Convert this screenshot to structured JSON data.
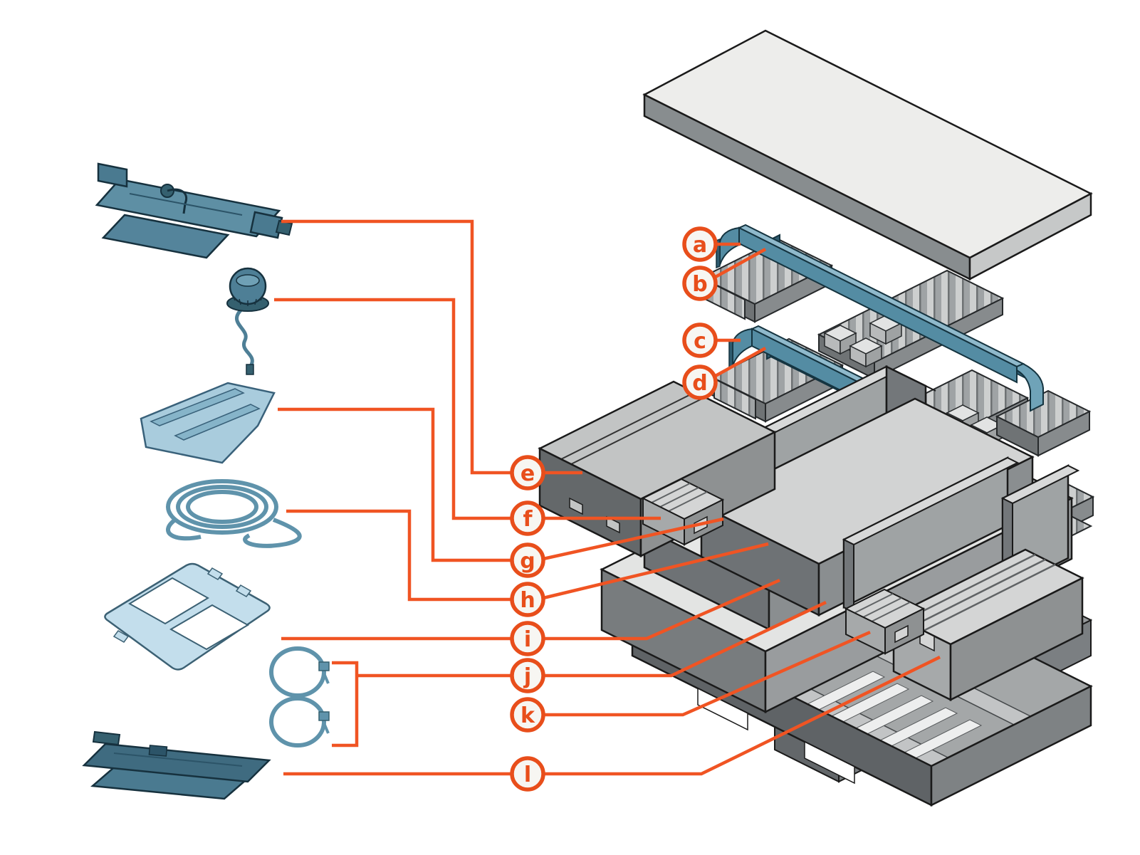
{
  "diagram": {
    "kind": "exploded-packaging-diagram",
    "description_visible_text_count": 12
  },
  "style": {
    "accent_orange": "#E84E1B",
    "leader_orange": "#F05423",
    "callout_fill": "#F7F6F2",
    "part_teal": "#4E7F96",
    "part_teal_dark": "#3F6B80",
    "part_teal_light": "#C3DEEC",
    "strap_blue": "#548CA3",
    "strap_blue_light": "#8FB9CB",
    "rail_blue": "#2F5B6E",
    "carton_light": "#D2D3D3",
    "carton_dark": "#6E7275",
    "foam_gray": "#9FA3A5",
    "outline_dark": "#1A1A1A"
  },
  "callouts": [
    {
      "letter": "a"
    },
    {
      "letter": "b"
    },
    {
      "letter": "c"
    },
    {
      "letter": "d"
    },
    {
      "letter": "e"
    },
    {
      "letter": "f"
    },
    {
      "letter": "g"
    },
    {
      "letter": "h"
    },
    {
      "letter": "i"
    },
    {
      "letter": "j"
    },
    {
      "letter": "k"
    },
    {
      "letter": "l"
    }
  ]
}
